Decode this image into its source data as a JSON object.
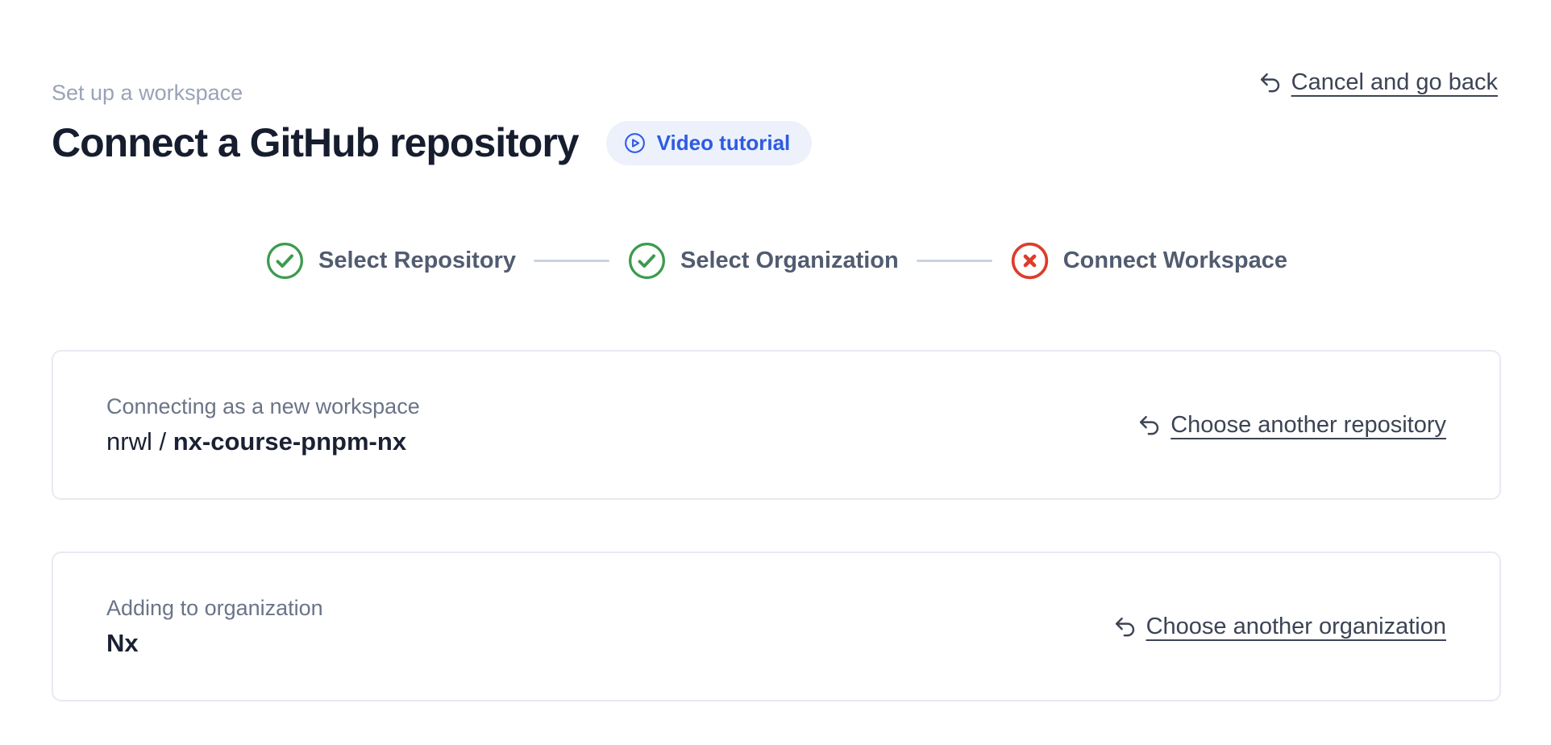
{
  "header": {
    "kicker": "Set up a workspace",
    "title": "Connect a GitHub repository",
    "video_tutorial_label": "Video tutorial",
    "cancel_link_label": "Cancel and go back"
  },
  "stepper": {
    "steps": [
      {
        "label": "Select Repository",
        "status": "complete"
      },
      {
        "label": "Select Organization",
        "status": "complete"
      },
      {
        "label": "Connect Workspace",
        "status": "error"
      }
    ]
  },
  "cards": {
    "repository": {
      "label": "Connecting as a new workspace",
      "owner": "nrwl /",
      "repo": "nx-course-pnpm-nx",
      "action_label": "Choose another repository"
    },
    "organization": {
      "label": "Adding to organization",
      "name": "Nx",
      "action_label": "Choose another organization"
    }
  },
  "colors": {
    "accent_blue": "#2e5be1",
    "accent_blue_bg": "#ecf1fc",
    "success_green": "#3b9b4f",
    "error_red": "#dc3d2b",
    "connector_gray": "#cbd3e1",
    "heading": "#161d2e",
    "muted_text": "#9aa3b6",
    "card_border": "#e8eaf2"
  }
}
